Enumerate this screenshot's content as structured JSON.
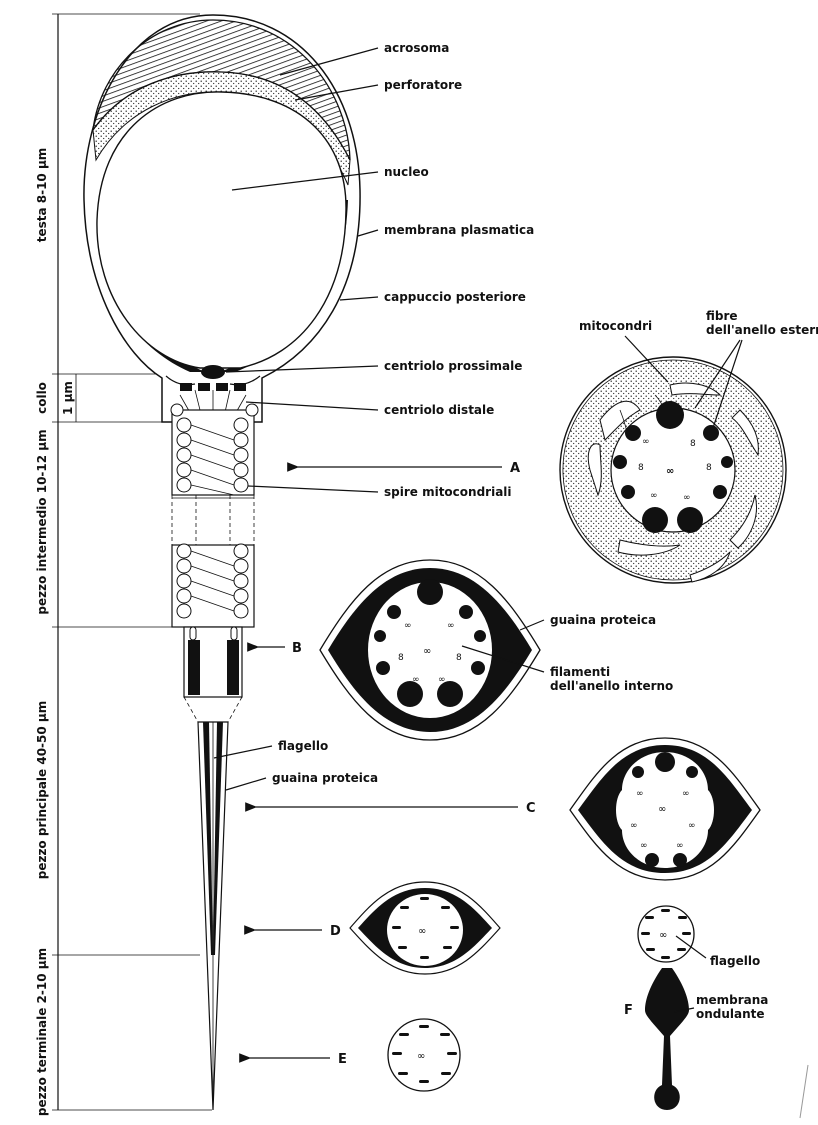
{
  "labels": {
    "acrosoma": "acrosoma",
    "perforatore": "perforatore",
    "nucleo": "nucleo",
    "membrana_plasmatica": "membrana plasmatica",
    "cappuccio_posteriore": "cappuccio posteriore",
    "centriolo_prossimale": "centriolo prossimale",
    "centriolo_distale": "centriolo distale",
    "spire_mitocondriali": "spire mitocondriali",
    "flagello": "flagello",
    "guaina_proteica": "guaina proteica",
    "mitocondri": "mitocondri",
    "fibre_line1": "fibre",
    "fibre_line2": "dell'anello esterno",
    "guaina_proteica_2": "guaina proteica",
    "filamenti_line1": "filamenti",
    "filamenti_line2": "dell'anello interno",
    "flagello_f": "flagello",
    "membrana_line1": "membrana",
    "membrana_line2": "ondulante"
  },
  "dimensions": {
    "testa": "testa 8-10 μm",
    "collo": "collo",
    "collo_size": "1 μm",
    "pezzo_intermedio": "pezzo intermedio 10-12 μm",
    "pezzo_principale": "pezzo principale 40-50 μm",
    "pezzo_terminale": "pezzo terminale 2-10 μm"
  },
  "sections": {
    "A": "A",
    "B": "B",
    "C": "C",
    "D": "D",
    "E": "E",
    "F": "F"
  }
}
